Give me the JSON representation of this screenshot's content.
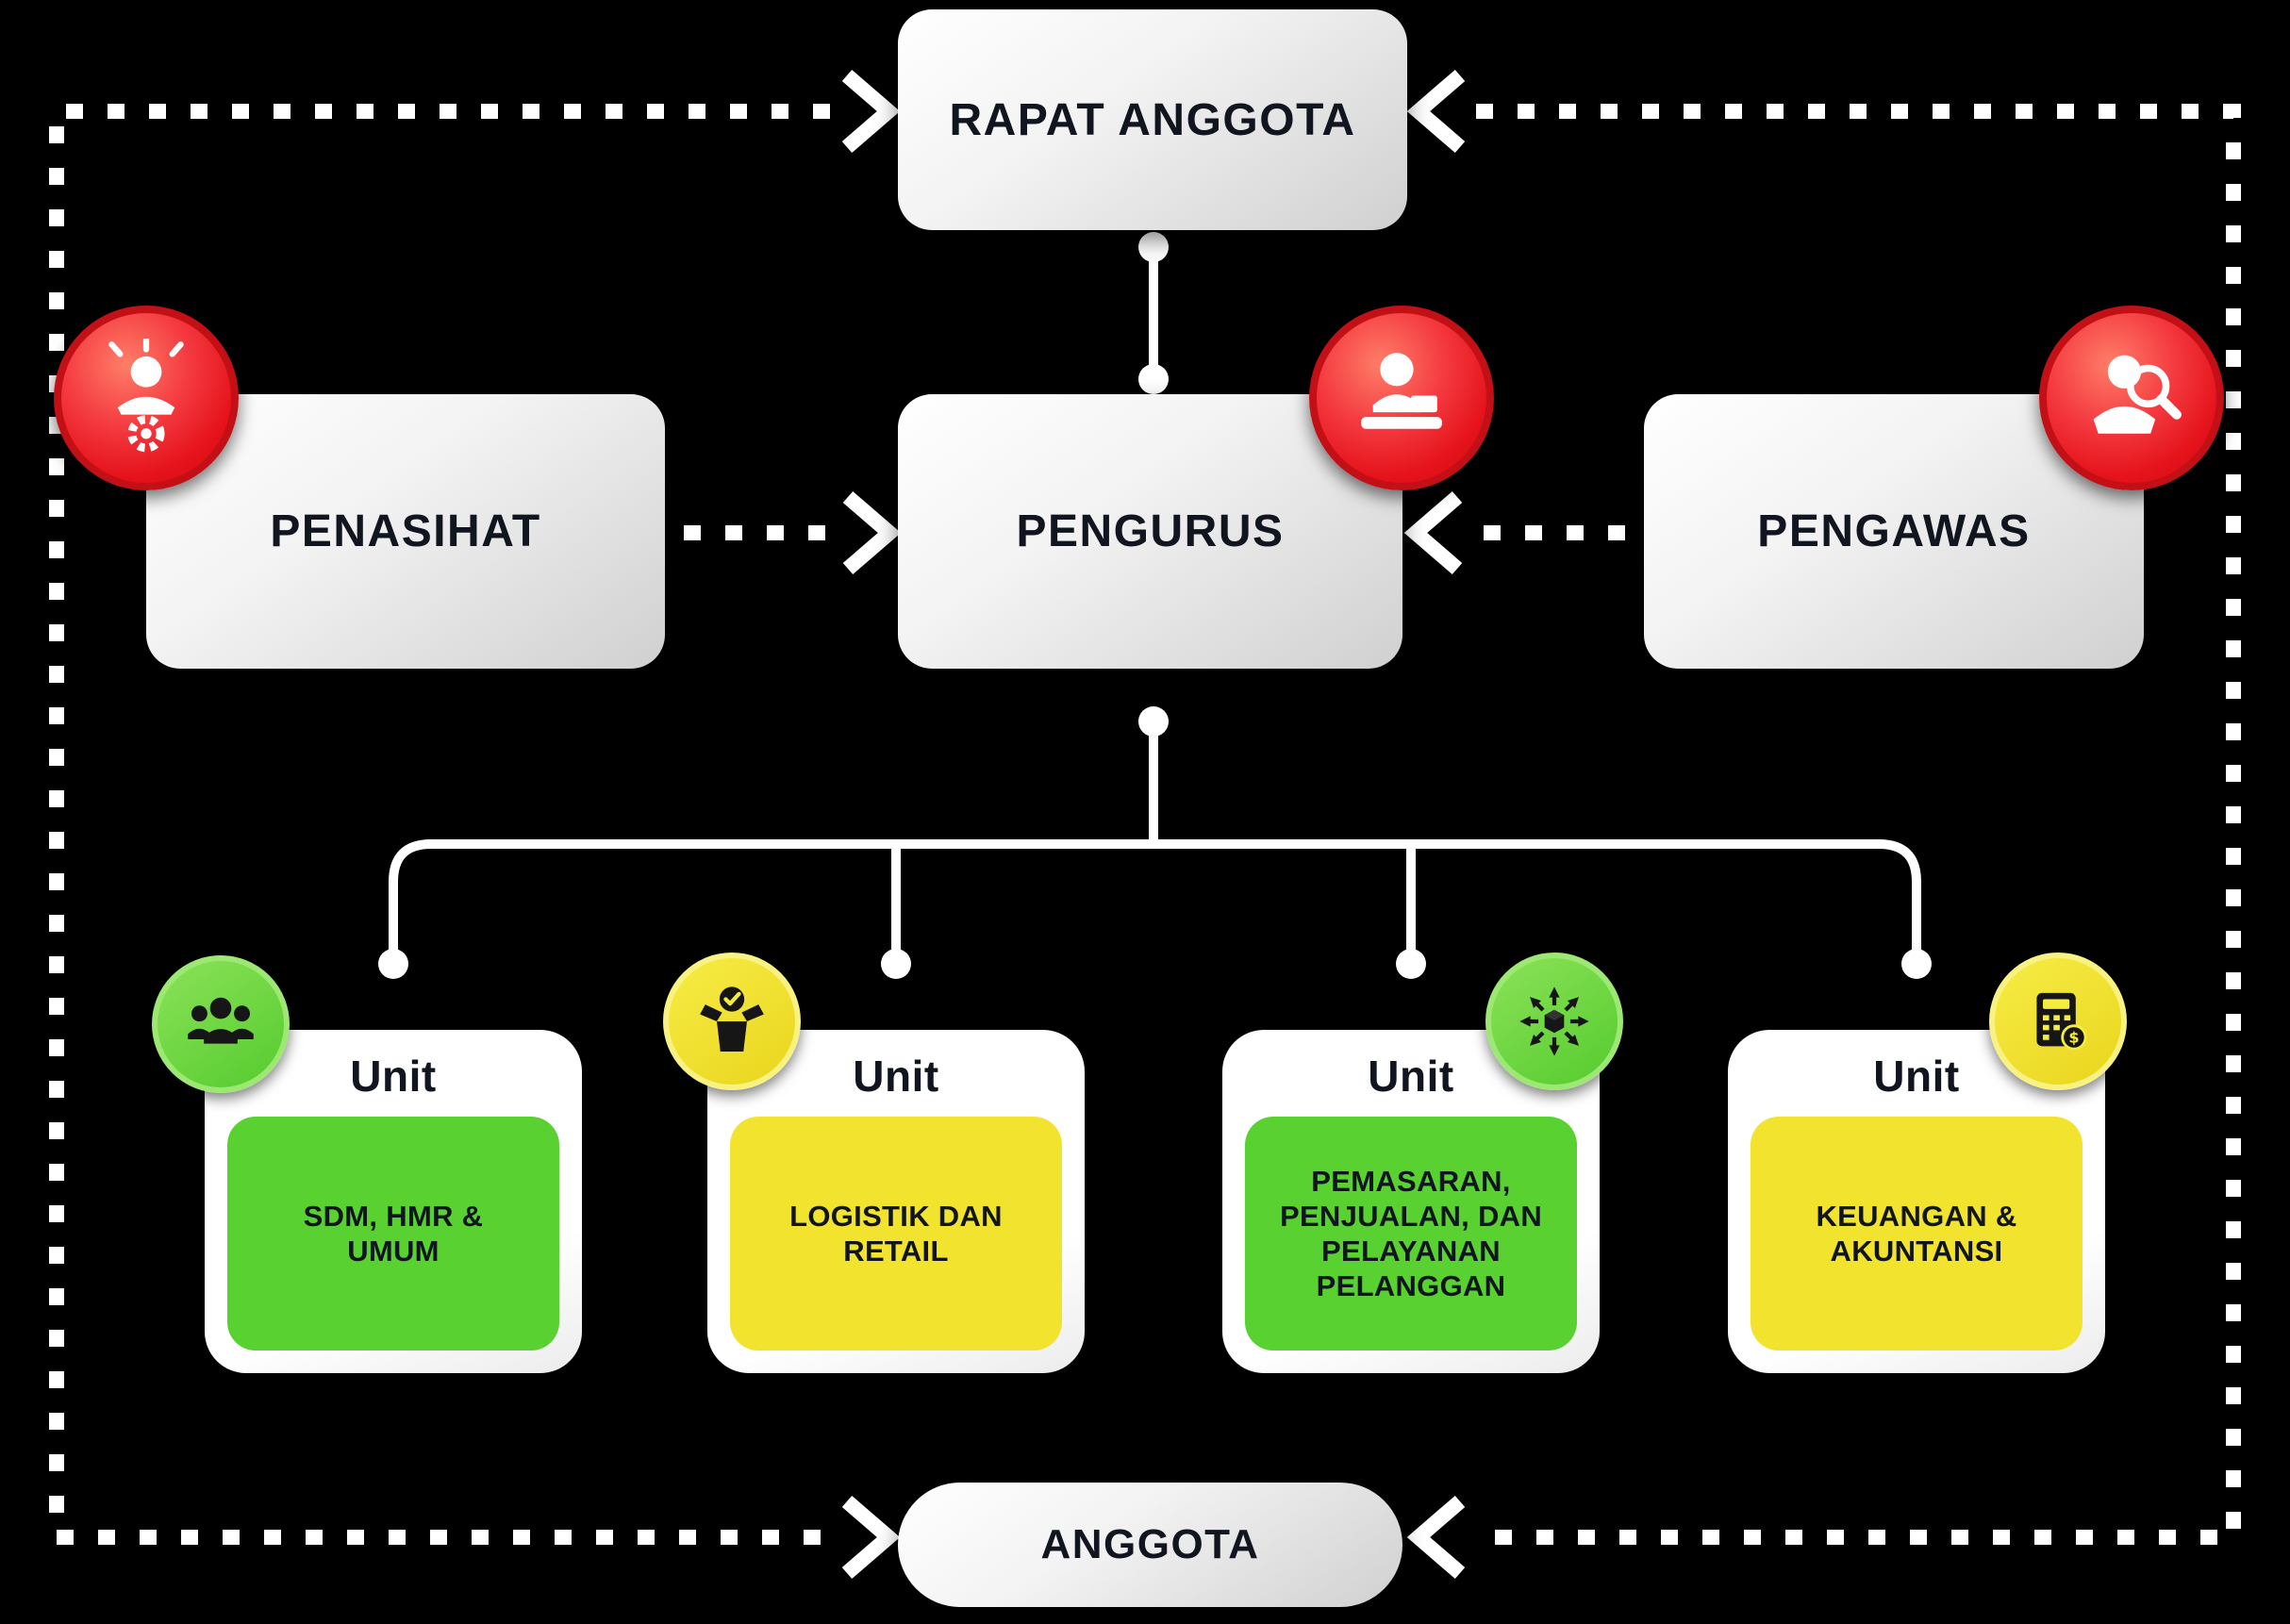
{
  "diagram": {
    "background": "#000000",
    "nodes": {
      "rapat_anggota": "RAPAT ANGGOTA",
      "penasihat": "PENASIHAT",
      "pengurus": "PENGURUS",
      "pengawas": "PENGAWAS",
      "anggota": "ANGGOTA"
    },
    "node_icons": {
      "penasihat": "advisor-person-gear-icon",
      "pengurus": "manager-person-desk-icon",
      "pengawas": "auditor-person-magnifier-icon"
    },
    "units": [
      {
        "label": "Unit",
        "name": "SDM, HMR &\nUMUM",
        "panel_color": "#59d231",
        "icon": "team-icon",
        "icon_color": "green",
        "icon_side": "left"
      },
      {
        "label": "Unit",
        "name": "LOGISTIK DAN\nRETAIL",
        "panel_color": "#f2e32f",
        "icon": "package-check-icon",
        "icon_color": "yellow",
        "icon_side": "left"
      },
      {
        "label": "Unit",
        "name": "PEMASARAN,\nPENJUALAN, DAN\nPELAYANAN\nPELANGGAN",
        "panel_color": "#59d231",
        "icon": "distribution-arrows-icon",
        "icon_color": "green",
        "icon_side": "right"
      },
      {
        "label": "Unit",
        "name": "KEUANGAN &\nAKUNTANSI",
        "panel_color": "#f2e32f",
        "icon": "calculator-finance-icon",
        "icon_color": "yellow",
        "icon_side": "right"
      }
    ],
    "edges": [
      {
        "from": "loop-left",
        "to": "rapat_anggota",
        "style": "dashed-arrow"
      },
      {
        "from": "loop-right",
        "to": "rapat_anggota",
        "style": "dashed-arrow"
      },
      {
        "from": "rapat_anggota",
        "to": "pengurus",
        "style": "solid-dot"
      },
      {
        "from": "penasihat",
        "to": "pengurus",
        "style": "dashed-arrow"
      },
      {
        "from": "pengawas",
        "to": "pengurus",
        "style": "dashed-arrow"
      },
      {
        "from": "pengurus",
        "to": "units",
        "style": "solid-tree"
      },
      {
        "from": "loop-left",
        "to": "anggota",
        "style": "dashed-arrow"
      },
      {
        "from": "loop-right",
        "to": "anggota",
        "style": "dashed-arrow"
      }
    ],
    "colors": {
      "accent_red": "#e8131b",
      "accent_green": "#59d231",
      "accent_yellow": "#f2e32f",
      "box_gray": "#e4e4e4",
      "line_white": "#ffffff",
      "text_dark": "#10151f"
    }
  }
}
